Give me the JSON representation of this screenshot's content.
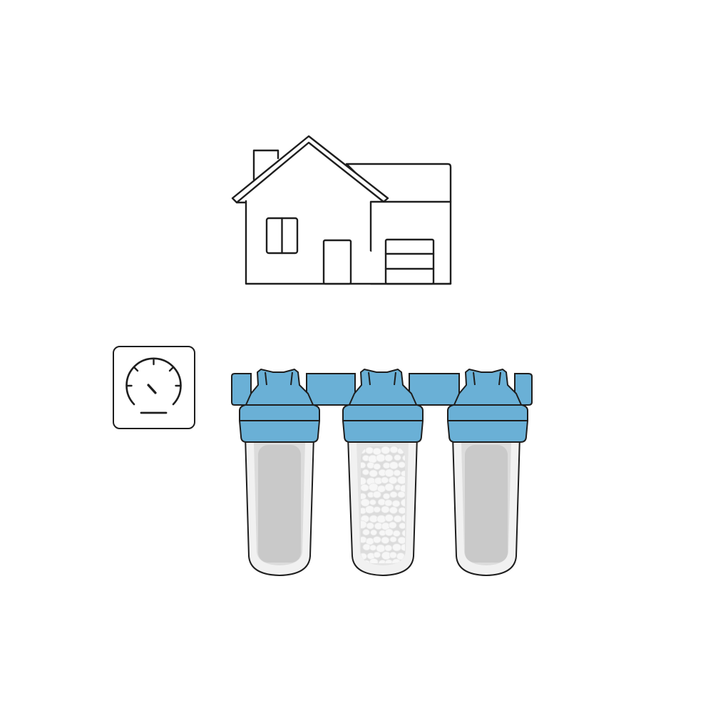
{
  "colors": {
    "outline": "#1e1e1e",
    "housing_blue": "#6ab0d6",
    "housing_blue_dark": "#5a9fc6",
    "bowl_outer": "#f1f1f1",
    "bowl_inner": "#dcdcdc",
    "sediment_cartridge": "#c9c9c9",
    "resin_cartridge": "#dedede",
    "resin_bead": "#f7f7f7",
    "gauge_face": "#ffffff"
  },
  "icons": {
    "house": "house-icon",
    "pressure_gauge": "pressure-gauge-icon",
    "filter_system": "triple-water-filter-housing"
  },
  "filters": [
    {
      "name": "sediment-filter",
      "cartridge": "sediment"
    },
    {
      "name": "resin-filter",
      "cartridge": "polyphosphate-beads"
    },
    {
      "name": "carbon-filter",
      "cartridge": "sediment"
    }
  ]
}
